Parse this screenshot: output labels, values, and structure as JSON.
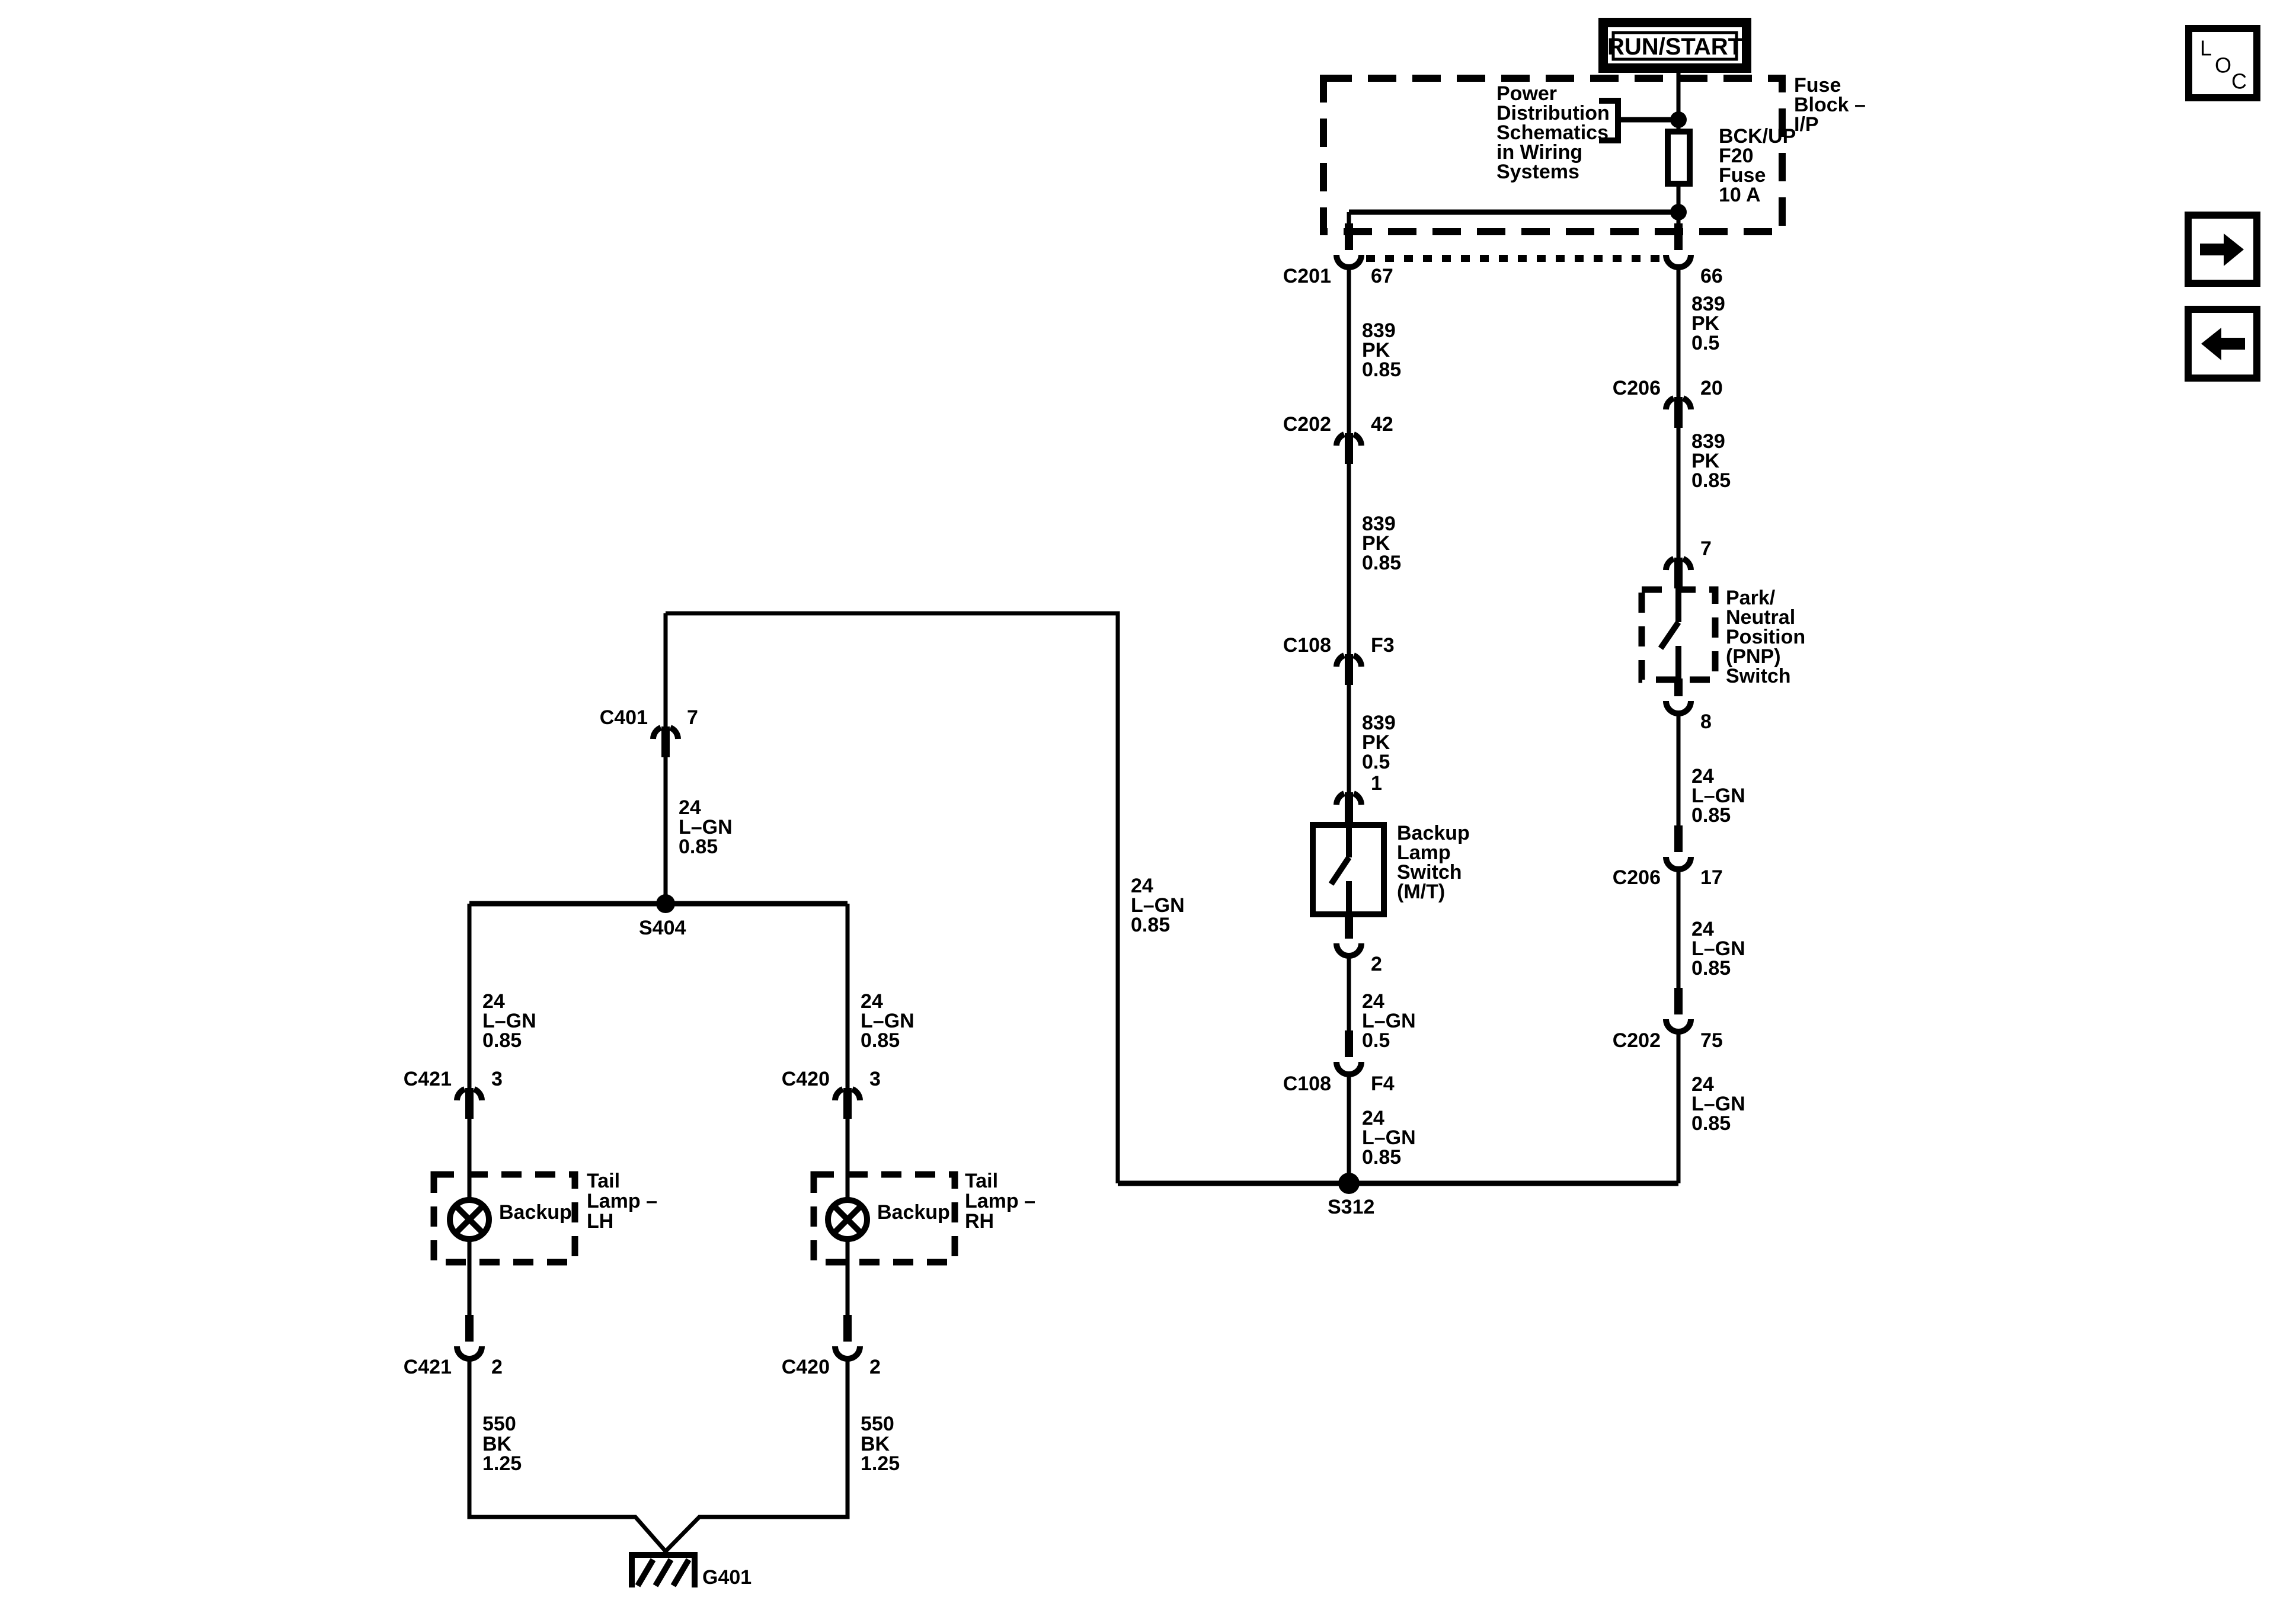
{
  "colors": {
    "ink": "#000000",
    "paper": "#ffffff"
  },
  "power_tag": {
    "label": "RUN/START"
  },
  "fuse_block": {
    "title_lines": [
      "Fuse",
      "Block –",
      "I/P"
    ],
    "note_lines": [
      "Power",
      "Distribution",
      "Schematics",
      "in Wiring",
      "Systems"
    ],
    "fuse_lines": [
      "BCK/UP",
      "F20",
      "Fuse",
      "10 A"
    ]
  },
  "connectors": {
    "c201_67": {
      "name": "C201",
      "pin": "67"
    },
    "c201_66": {
      "pin": "66"
    },
    "c202_42": {
      "name": "C202",
      "pin": "42"
    },
    "c108_f3": {
      "name": "C108",
      "pin": "F3"
    },
    "c206_20": {
      "name": "C206",
      "pin": "20"
    },
    "c206_17": {
      "name": "C206",
      "pin": "17"
    },
    "c202_75": {
      "name": "C202",
      "pin": "75"
    },
    "c108_f4": {
      "name": "C108",
      "pin": "F4"
    },
    "c401_7": {
      "name": "C401",
      "pin": "7"
    },
    "c421_3": {
      "name": "C421",
      "pin": "3"
    },
    "c421_2": {
      "name": "C421",
      "pin": "2"
    },
    "c420_3": {
      "name": "C420",
      "pin": "3"
    },
    "c420_2": {
      "name": "C420",
      "pin": "2"
    }
  },
  "pins": {
    "backup_switch_in": "1",
    "backup_switch_out": "2",
    "pnp_in": "7",
    "pnp_out": "8"
  },
  "wires": {
    "pk085_a": [
      "839",
      "PK",
      "0.85"
    ],
    "pk085_b": [
      "839",
      "PK",
      "0.85"
    ],
    "pk05_mid": [
      "839",
      "PK",
      "0.5"
    ],
    "pk05_right": [
      "839",
      "PK",
      "0.5"
    ],
    "pk085_right": [
      "839",
      "PK",
      "0.85"
    ],
    "lgn05": [
      "24",
      "L–GN",
      "0.5"
    ],
    "lgn085_f4": [
      "24",
      "L–GN",
      "0.85"
    ],
    "lgn085_pnp8": [
      "24",
      "L–GN",
      "0.85"
    ],
    "lgn085_c206": [
      "24",
      "L–GN",
      "0.85"
    ],
    "lgn085_c202": [
      "24",
      "L–GN",
      "0.85"
    ],
    "lgn085_long": [
      "24",
      "L–GN",
      "0.85"
    ],
    "lgn085_c401": [
      "24",
      "L–GN",
      "0.85"
    ],
    "lgn085_lh": [
      "24",
      "L–GN",
      "0.85"
    ],
    "lgn085_rh": [
      "24",
      "L–GN",
      "0.85"
    ],
    "bk125_lh": [
      "550",
      "BK",
      "1.25"
    ],
    "bk125_rh": [
      "550",
      "BK",
      "1.25"
    ]
  },
  "switches": {
    "backup_lines": [
      "Backup",
      "Lamp",
      "Switch",
      "(M/T)"
    ],
    "pnp_lines": [
      "Park/",
      "Neutral",
      "Position",
      "(PNP)",
      "Switch"
    ]
  },
  "lamps": {
    "lh_inner": "Backup",
    "lh_lines": [
      "Tail",
      "Lamp –",
      "LH"
    ],
    "rh_inner": "Backup",
    "rh_lines": [
      "Tail",
      "Lamp –",
      "RH"
    ]
  },
  "splices": {
    "s312": "S312",
    "s404": "S404"
  },
  "ground": {
    "g401": "G401"
  },
  "nav": {
    "loc_letters": [
      "L",
      "O",
      "C"
    ]
  }
}
